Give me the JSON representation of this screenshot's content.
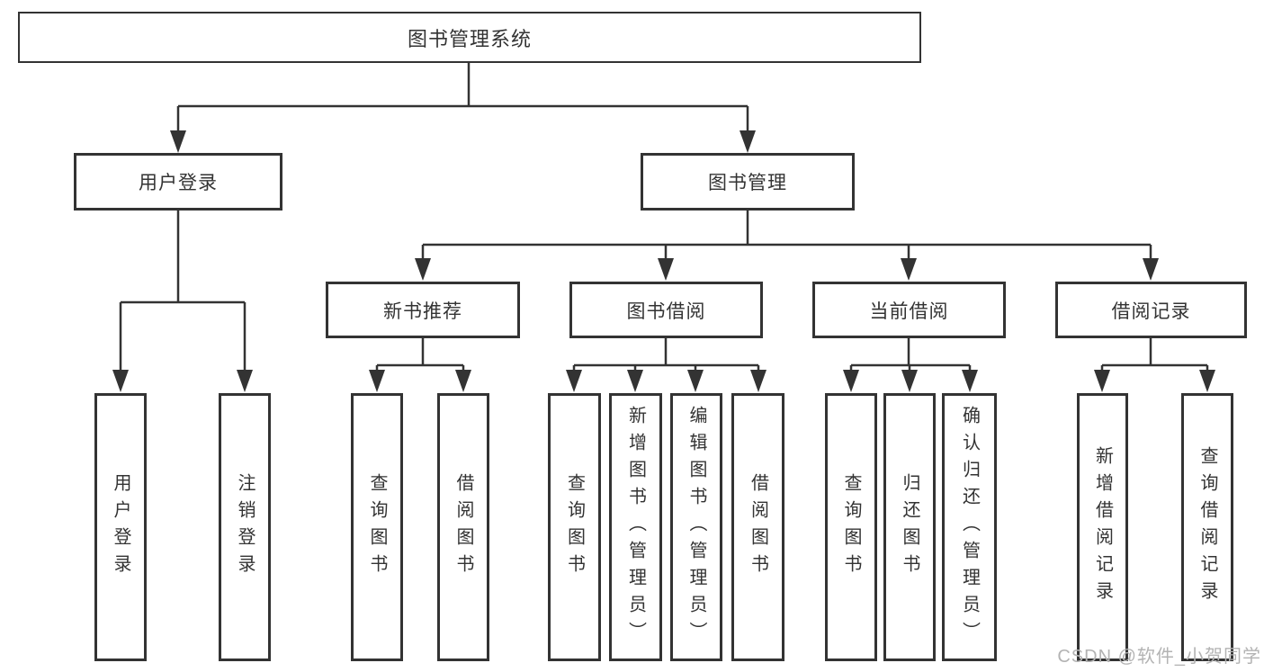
{
  "diagram_type": "hierarchy-chart",
  "tree": {
    "label": "图书管理系统",
    "children": [
      {
        "label": "用户登录",
        "children": [
          {
            "label": "用户登录"
          },
          {
            "label": "注销登录"
          }
        ]
      },
      {
        "label": "图书管理",
        "children": [
          {
            "label": "新书推荐",
            "children": [
              {
                "label": "查询图书"
              },
              {
                "label": "借阅图书"
              }
            ]
          },
          {
            "label": "图书借阅",
            "children": [
              {
                "label": "查询图书"
              },
              {
                "label": "新增图书（管理员）"
              },
              {
                "label": "编辑图书（管理员）"
              },
              {
                "label": "借阅图书"
              }
            ]
          },
          {
            "label": "当前借阅",
            "children": [
              {
                "label": "查询图书"
              },
              {
                "label": "归还图书"
              },
              {
                "label": "确认归还（管理员）"
              }
            ]
          },
          {
            "label": "借阅记录",
            "children": [
              {
                "label": "新增借阅记录"
              },
              {
                "label": "查询借阅记录"
              }
            ]
          }
        ]
      }
    ]
  },
  "watermark": "CSDN @软件_小贺同学",
  "colors": {
    "line": "#333333",
    "text": "#333333",
    "watermark": "#b3b3b3",
    "background": "#ffffff"
  }
}
